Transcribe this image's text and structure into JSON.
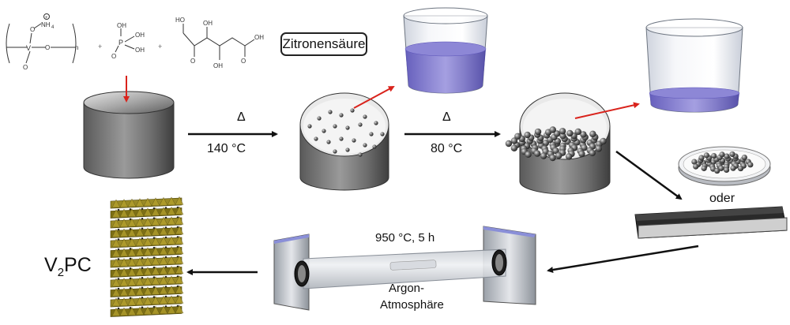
{
  "reagent_label": "Zitronensäure",
  "step1": {
    "symbol": "Δ",
    "temperature": "140 °C"
  },
  "step2": {
    "symbol": "Δ",
    "temperature": "80 °C"
  },
  "alternative": "oder",
  "furnace": {
    "condition": "950 °C, 5 h",
    "atmosphere_line1": "Argon-",
    "atmosphere_line2": "Atmosphäre"
  },
  "product": {
    "prefix": "V",
    "subscript": "2",
    "suffix": "PC"
  },
  "colors": {
    "liquid": "#6a63c4",
    "arrow_red": "#d9231c",
    "arrow": "#111111",
    "crystal": "#8a7a1c"
  }
}
